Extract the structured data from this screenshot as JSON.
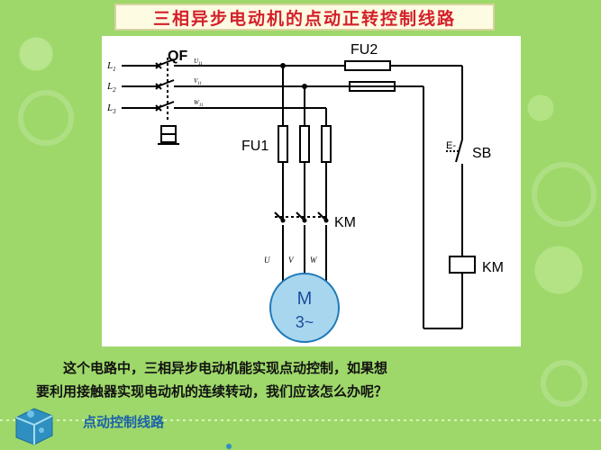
{
  "slide": {
    "title": "三相异步电动机的点动正转控制线路",
    "caption_line1": "这个电路中，三相异步电动机能实现点动控制，如果想",
    "caption_line2": "要利用接触器实现电动机的连续转动，我们应该怎么办呢？",
    "footer": "点动控制线路"
  },
  "circuit": {
    "breaker": "QF",
    "fuse_main": "FU1",
    "fuse_ctrl": "FU2",
    "contactor_main": "KM",
    "button": "SB",
    "coil": "KM",
    "motor_label": "M",
    "motor_phase": "3~",
    "lines": [
      "L1",
      "L2",
      "L3"
    ],
    "line_prefix": "L",
    "line_subs": [
      "1",
      "2",
      "3"
    ],
    "breaker_out": [
      "U11",
      "V11",
      "W11"
    ],
    "breaker_out_letters": [
      "U",
      "V",
      "W"
    ],
    "breaker_out_sub": "11",
    "motor_terms": [
      "U",
      "V",
      "W"
    ],
    "button_mark": "E-"
  },
  "colors": {
    "background": "#9ed86a",
    "title_text": "#d4202a",
    "motor_fill": "#a9d6ef",
    "footer_text": "#1a62a8"
  }
}
